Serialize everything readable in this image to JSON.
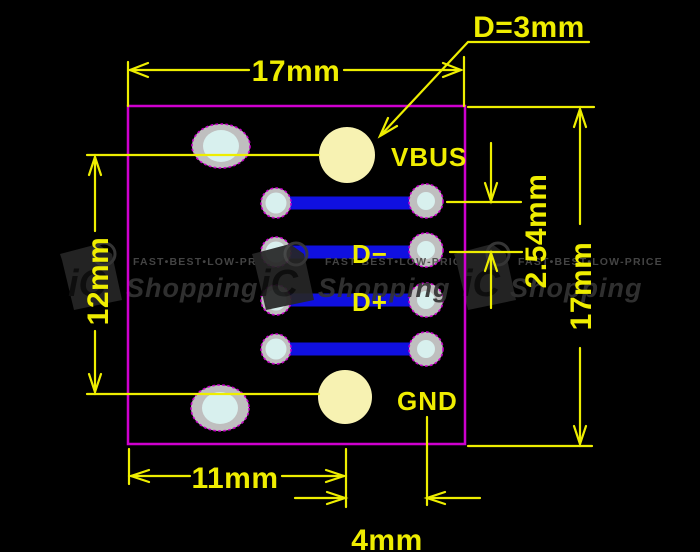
{
  "drawing": {
    "dim_top_width": "17mm",
    "dim_hole": "D=3mm",
    "dim_left_height": "12mm",
    "dim_right_height": "17mm",
    "dim_pitch": "2.54mm",
    "dim_bottom_width": "11mm",
    "dim_bottom_offset": "4mm",
    "pin_vbus": "VBUS",
    "pin_gnd": "GND",
    "pin_dminus": "D−",
    "pin_dplus": "D+"
  },
  "watermark": {
    "tagline": "FAST•BEST•LOW-PRICE",
    "brand": "Shopping",
    "logo": "iC"
  },
  "colors": {
    "background": "#000000",
    "board_outline": "#cf00cf",
    "trace_blue": "#1010e0",
    "dimension_yellow": "#eeee00",
    "pad_ring_gray": "#bfbfbf",
    "pad_hole_cyan": "#d8f0ee",
    "pad_yellow": "#f7f2b2",
    "watermark_gray": "#343434"
  }
}
